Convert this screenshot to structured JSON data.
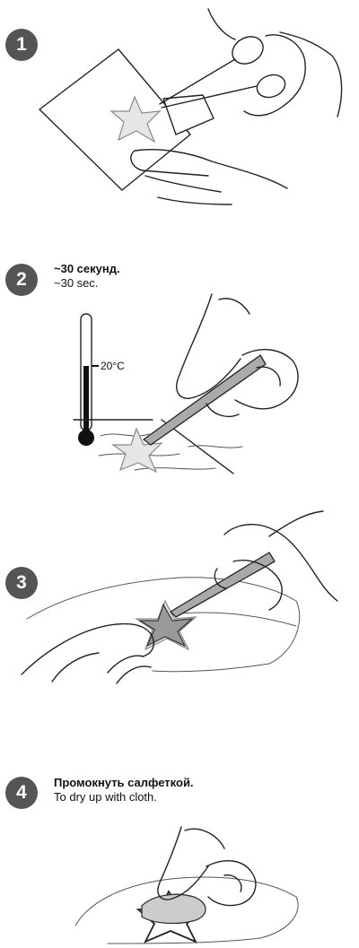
{
  "steps": [
    {
      "number": "1"
    },
    {
      "number": "2",
      "caption_ru": "~30 секунд.",
      "caption_en": "~30 sec.",
      "temperature": "20°C"
    },
    {
      "number": "3"
    },
    {
      "number": "4",
      "caption_ru": "Промокнуть салфеткой.",
      "caption_en": "To dry up with cloth."
    }
  ]
}
